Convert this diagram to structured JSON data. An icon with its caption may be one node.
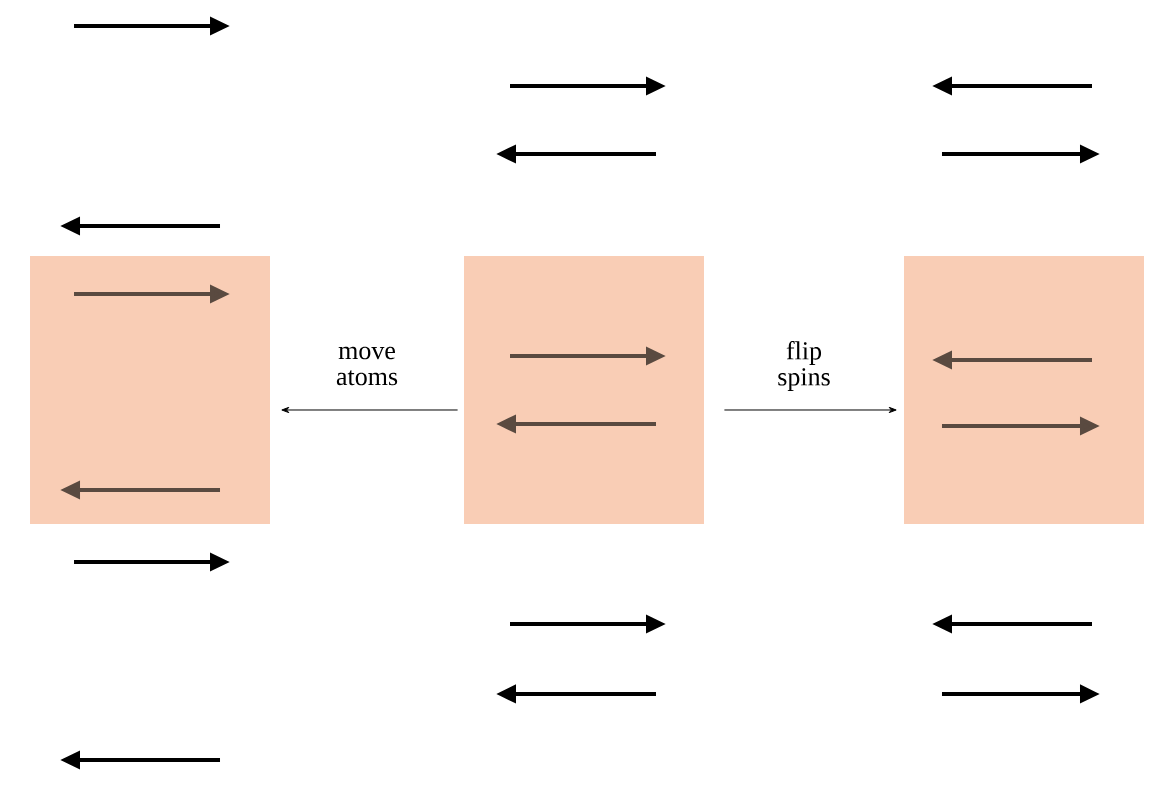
{
  "diagram": {
    "nodes": [
      {
        "text": [],
        "shape": "box"
      },
      {
        "text": [],
        "shape": "box"
      },
      {
        "text": [],
        "shape": "box"
      }
    ],
    "edges": [
      {
        "from": 1,
        "to": 0,
        "arrow": "to",
        "label": "move atoms"
      },
      {
        "from": 1,
        "to": 2,
        "arrow": "to",
        "label": "flip spins"
      }
    ]
  }
}
